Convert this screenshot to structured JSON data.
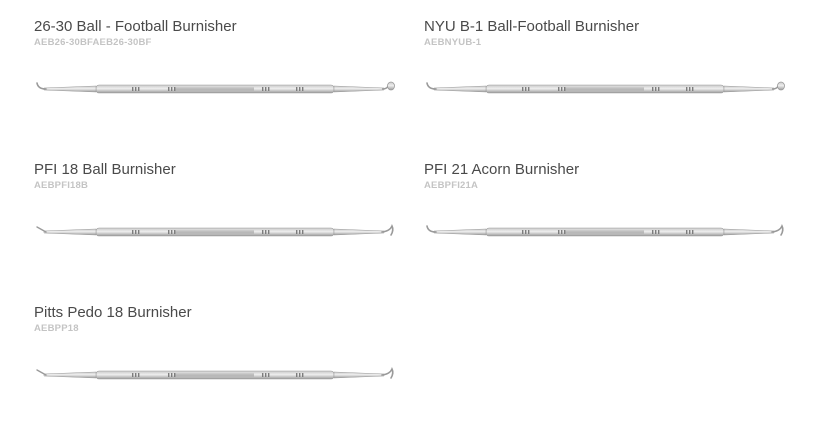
{
  "products": [
    {
      "name": "26-30 Ball - Football Burnisher",
      "sku": "AEB26-30BFAEB26-30BF",
      "left_tip": "hook",
      "right_tip": "ball"
    },
    {
      "name": "NYU B-1 Ball-Football Burnisher",
      "sku": "AEBNYUB-1",
      "left_tip": "hook",
      "right_tip": "ball"
    },
    {
      "name": "PFI 18 Ball Burnisher",
      "sku": "AEBPFI18B",
      "left_tip": "straight",
      "right_tip": "hook"
    },
    {
      "name": "PFI 21 Acorn Burnisher",
      "sku": "AEBPFI21A",
      "left_tip": "hook",
      "right_tip": "hook"
    },
    {
      "name": "Pitts Pedo 18 Burnisher",
      "sku": "AEBPP18",
      "left_tip": "straight",
      "right_tip": "hook"
    }
  ],
  "colors": {
    "title": "#4a4a4a",
    "sku": "#c4c4c4",
    "steel_light": "#eeeeee",
    "steel_mid": "#c9c9c9",
    "steel_dark": "#9a9a9a"
  }
}
